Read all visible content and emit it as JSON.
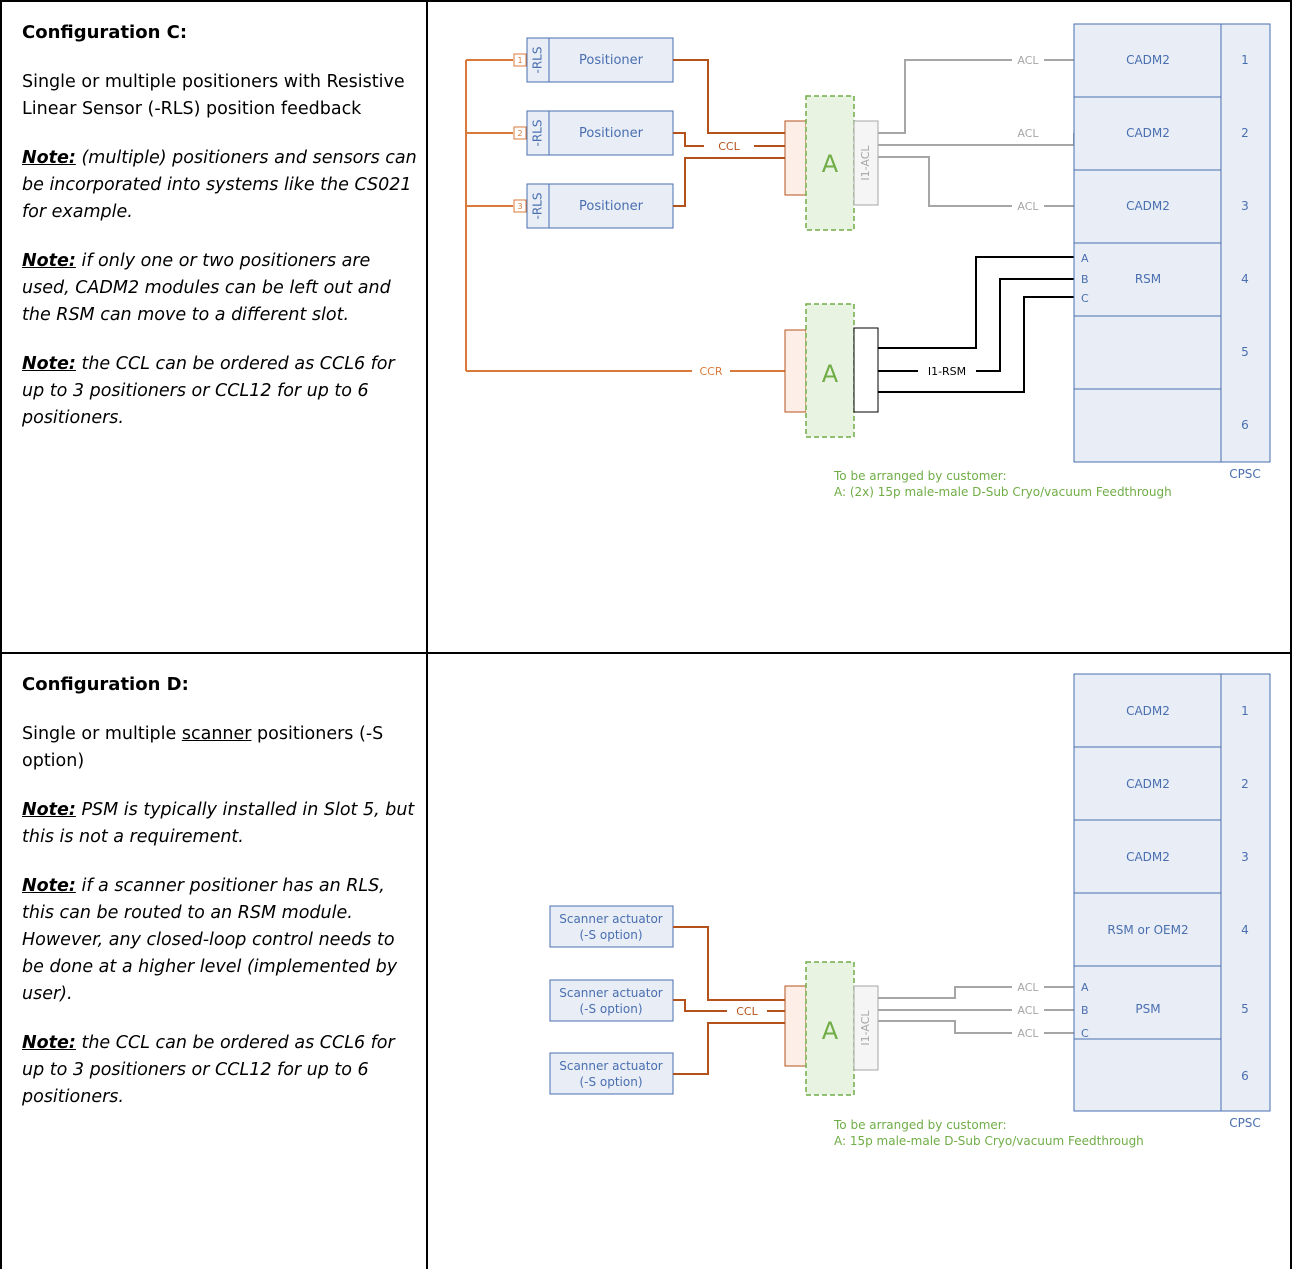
{
  "config_c": {
    "title": "Configuration C:",
    "description": "Single or multiple positioners with Resistive Linear Sensor (-RLS) position feedback",
    "notes": [
      {
        "label": "Note:",
        "text": " (multiple) positioners and sensors can be incorporated into systems like the CS021 for example."
      },
      {
        "label": "Note:",
        "text": " if only one or two positioners are used, CADM2 modules can be left out and the RSM can move to a different slot."
      },
      {
        "label": "Note:",
        "text": " the CCL can be ordered as CCL6 for up to 3 positioners or CCL12 for up to 6 positioners."
      }
    ],
    "diagram": {
      "positioners": [
        {
          "rls": "-RLS",
          "label": "Positioner",
          "index": "1"
        },
        {
          "rls": "-RLS",
          "label": "Positioner",
          "index": "2"
        },
        {
          "rls": "-RLS",
          "label": "Positioner",
          "index": "3"
        }
      ],
      "feedthrough_label": "A",
      "interface_acl": "I1-ACL",
      "cable_ccl": "CCL",
      "cable_ccr": "CCR",
      "cable_acl": "ACL",
      "interface_rsm": "I1-RSM",
      "rack_slots": [
        {
          "module": "CADM2",
          "slot": "1"
        },
        {
          "module": "CADM2",
          "slot": "2"
        },
        {
          "module": "CADM2",
          "slot": "3"
        },
        {
          "module": "RSM",
          "slot": "4"
        },
        {
          "module": "",
          "slot": "5"
        },
        {
          "module": "",
          "slot": "6"
        }
      ],
      "abc": [
        "A",
        "B",
        "C"
      ],
      "rack_label": "CPSC",
      "customer_line1": "To be arranged by customer:",
      "customer_line2": "A: (2x) 15p male-male D-Sub Cryo/vacuum Feedthrough"
    }
  },
  "config_d": {
    "title": "Configuration D:",
    "description_pre": "Single or multiple ",
    "description_u": "scanner",
    "description_post": " positioners (-S option)",
    "notes": [
      {
        "label": "Note:",
        "text": " PSM is typically installed in Slot 5, but this is not a requirement."
      },
      {
        "label": "Note:",
        "text": " if a scanner positioner has an RLS, this can be routed to an RSM module. However, any closed-loop control needs to be done at a higher level (implemented by user)."
      },
      {
        "label": "Note:",
        "text": " the CCL can be ordered as CCL6 for up to 3 positioners or CCL12 for up to 6 positioners."
      }
    ],
    "diagram": {
      "actuators": [
        {
          "line1": "Scanner actuator",
          "line2": "(-S option)"
        },
        {
          "line1": "Scanner actuator",
          "line2": "(-S option)"
        },
        {
          "line1": "Scanner actuator",
          "line2": "(-S option)"
        }
      ],
      "feedthrough_label": "A",
      "interface_acl": "I1-ACL",
      "cable_ccl": "CCL",
      "cable_acl": "ACL",
      "rack_slots": [
        {
          "module": "CADM2",
          "slot": "1"
        },
        {
          "module": "CADM2",
          "slot": "2"
        },
        {
          "module": "CADM2",
          "slot": "3"
        },
        {
          "module": "RSM or OEM2",
          "slot": "4"
        },
        {
          "module": "PSM",
          "slot": "5"
        },
        {
          "module": "",
          "slot": "6"
        }
      ],
      "abc": [
        "A",
        "B",
        "C"
      ],
      "rack_label": "CPSC",
      "customer_line1": "To be arranged by customer:",
      "customer_line2": "A: 15p male-male D-Sub Cryo/vacuum Feedthrough"
    }
  },
  "colors": {
    "blue": "#4a6fb0",
    "orange": "#d97a3a",
    "gray": "#a6a6a6",
    "green": "#70ad47",
    "dark_orange": "#b5521b"
  }
}
